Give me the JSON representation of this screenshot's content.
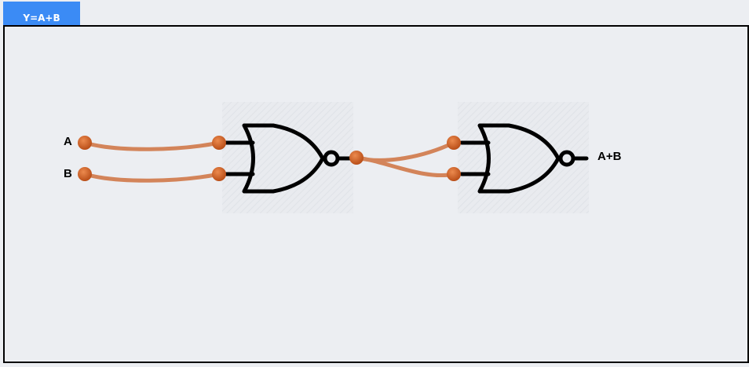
{
  "tab": {
    "label": "Y=A+B"
  },
  "circuit": {
    "inputs": [
      {
        "label": "A"
      },
      {
        "label": "B"
      }
    ],
    "gates": [
      {
        "type": "NOR"
      },
      {
        "type": "NOR"
      }
    ],
    "output": {
      "label": "A+B"
    }
  },
  "colors": {
    "tab": "#3b8bf5",
    "wire": "#d3845a",
    "terminal": "#d0632a",
    "gate_outline": "#000000",
    "background": "#eceef2"
  }
}
